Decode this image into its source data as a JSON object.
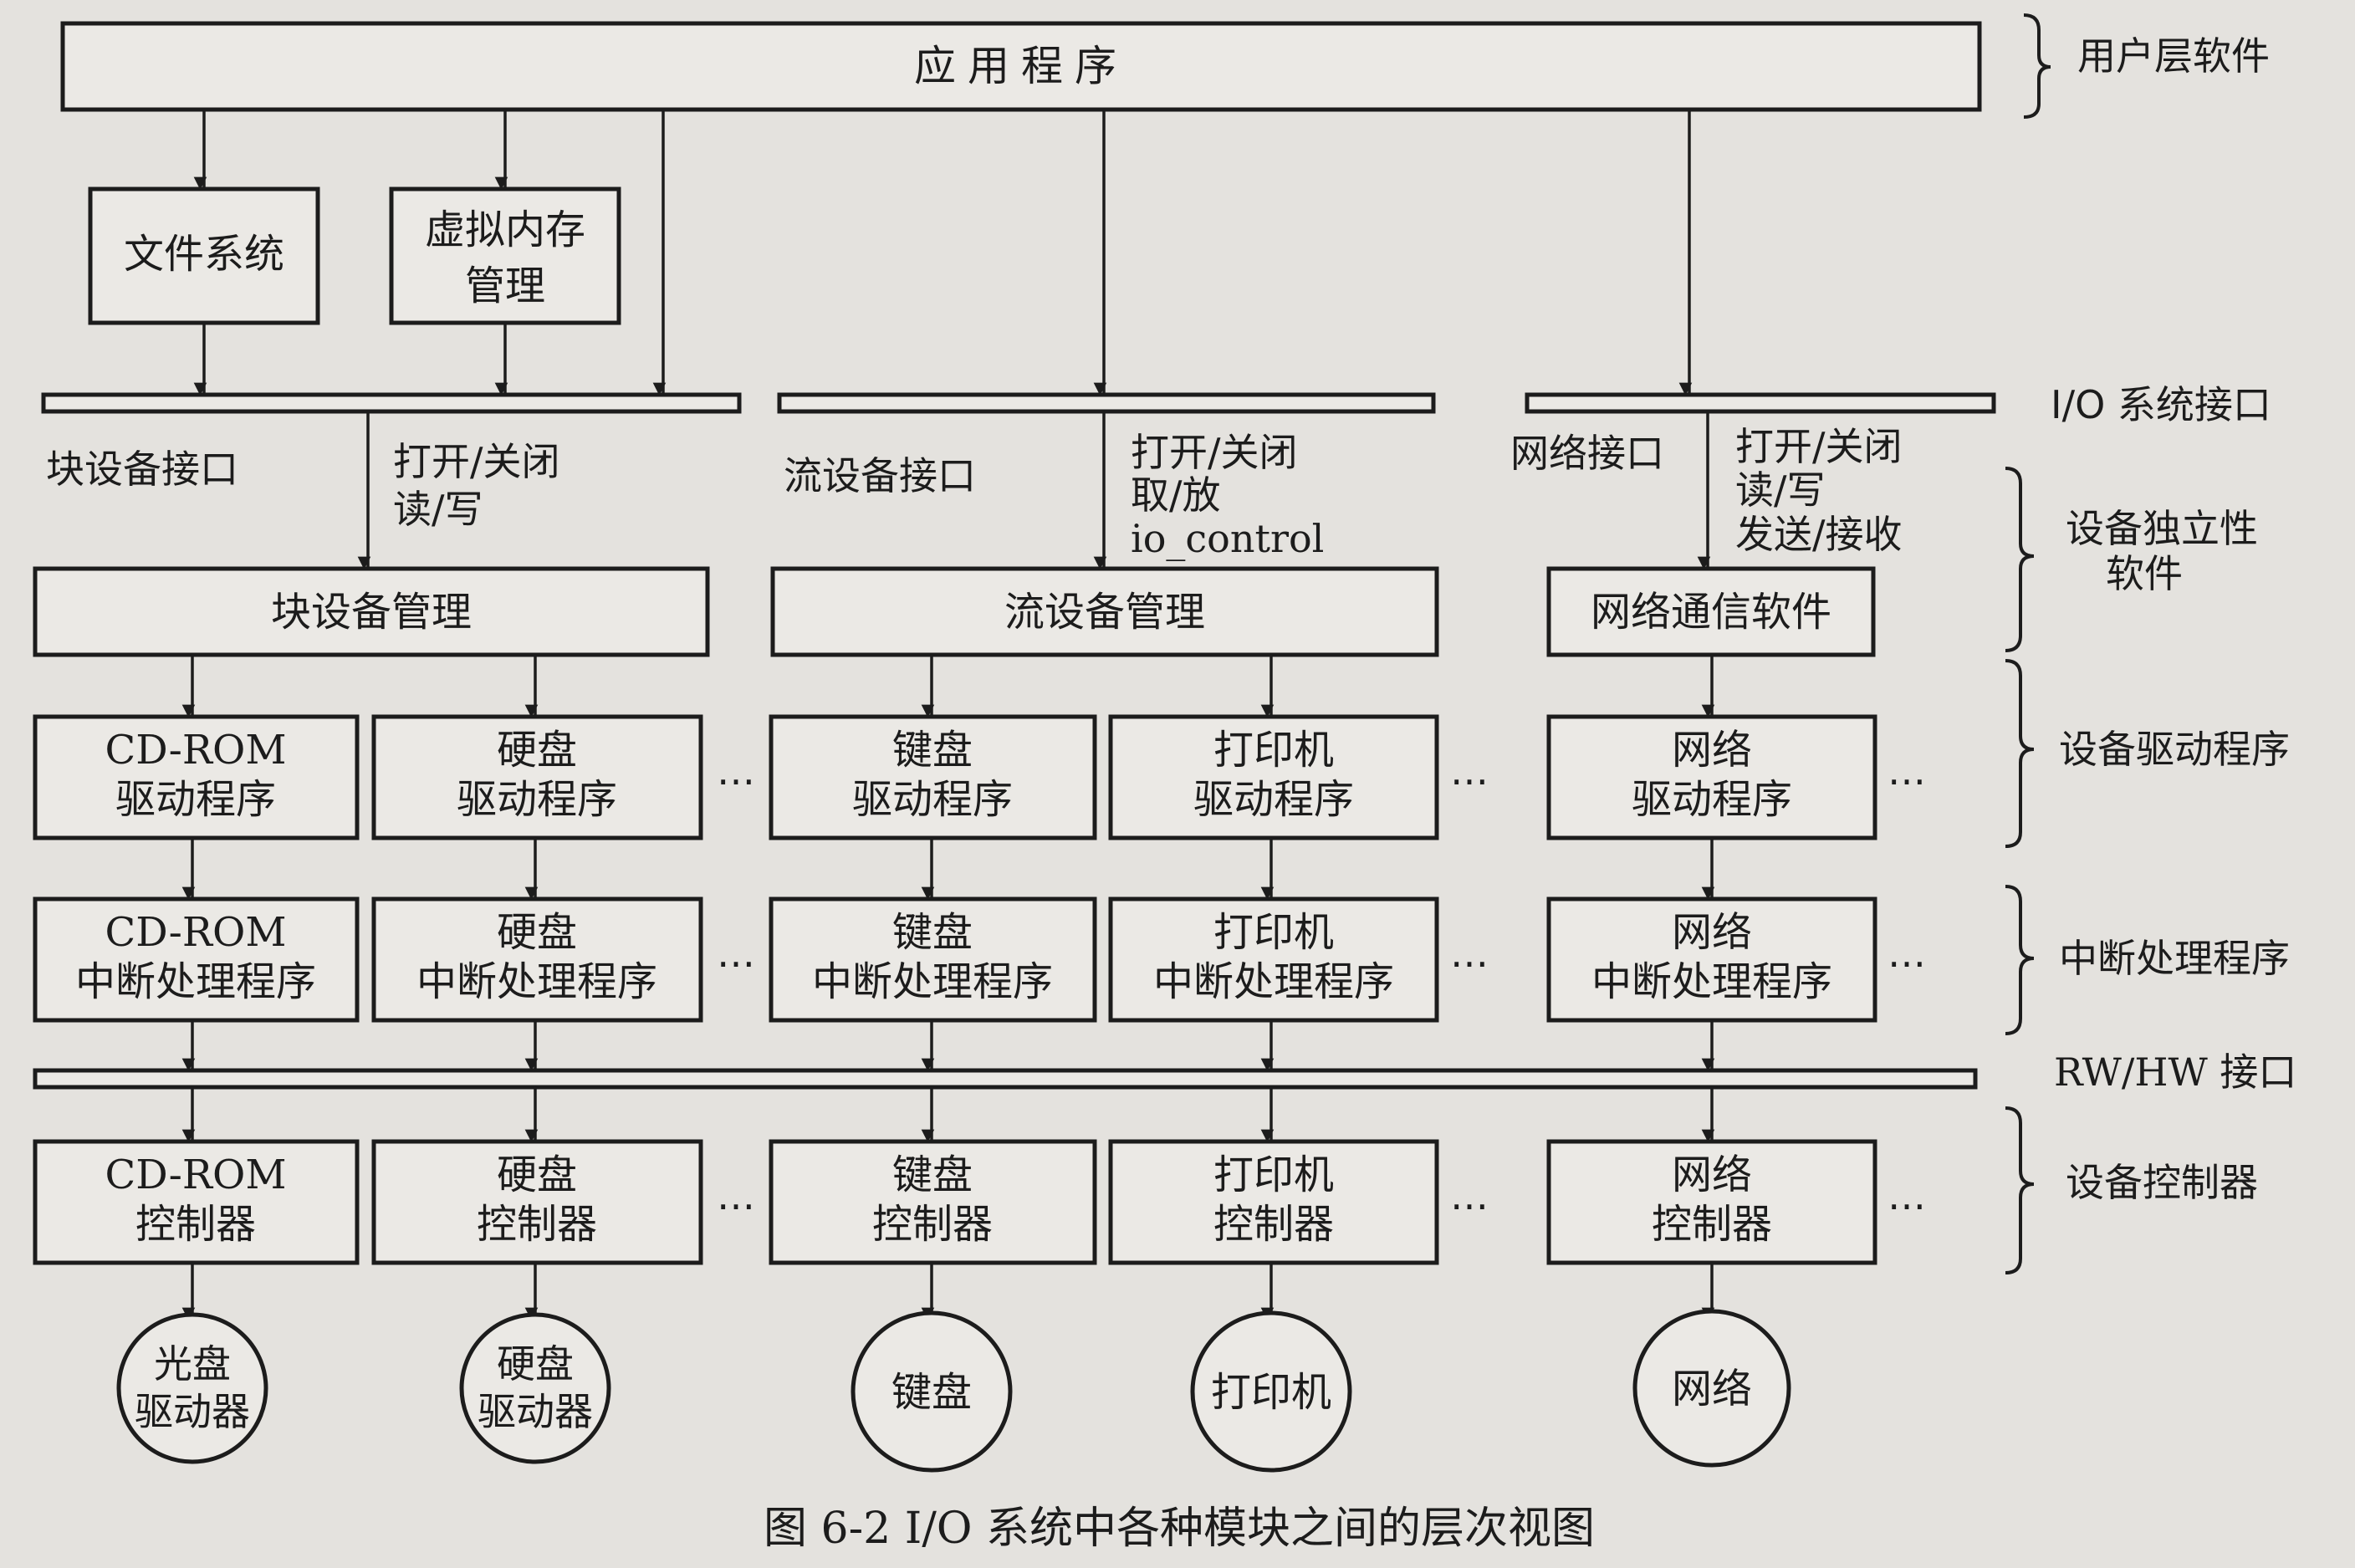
{
  "app": {
    "title": "应用程序"
  },
  "mid": {
    "filesystem": "文件系统",
    "vmem_1": "虚拟内存",
    "vmem_2": "管理"
  },
  "ifaces": {
    "block": "块设备接口",
    "block_ops": [
      "打开/关闭",
      "读/写"
    ],
    "stream": "流设备接口",
    "stream_ops": [
      "打开/关闭",
      "取/放",
      "io_control"
    ],
    "network": "网络接口",
    "network_ops": [
      "打开/关闭",
      "读/写",
      "发送/接收"
    ]
  },
  "managers": {
    "block": "块设备管理",
    "stream": "流设备管理",
    "network": "网络通信软件"
  },
  "drivers": [
    [
      "CD-ROM",
      "驱动程序"
    ],
    [
      "硬盘",
      "驱动程序"
    ],
    [
      "键盘",
      "驱动程序"
    ],
    [
      "打印机",
      "驱动程序"
    ],
    [
      "网络",
      "驱动程序"
    ]
  ],
  "interrupts": [
    [
      "CD-ROM",
      "中断处理程序"
    ],
    [
      "硬盘",
      "中断处理程序"
    ],
    [
      "键盘",
      "中断处理程序"
    ],
    [
      "打印机",
      "中断处理程序"
    ],
    [
      "网络",
      "中断处理程序"
    ]
  ],
  "controllers": [
    [
      "CD-ROM",
      "控制器"
    ],
    [
      "硬盘",
      "控制器"
    ],
    [
      "键盘",
      "控制器"
    ],
    [
      "打印机",
      "控制器"
    ],
    [
      "网络",
      "控制器"
    ]
  ],
  "devices": [
    [
      "光盘",
      "驱动器"
    ],
    [
      "硬盘",
      "驱动器"
    ],
    [
      "键盘"
    ],
    [
      "打印机"
    ],
    [
      "网络"
    ]
  ],
  "ellipsis": "…",
  "layers": {
    "user": "用户层软件",
    "io_iface": "I/O 系统接口",
    "indep_1": "设备独立性",
    "indep_2": "软件",
    "driver": "设备驱动程序",
    "irq": "中断处理程序",
    "rwhw": "RW/HW 接口",
    "ctrl": "设备控制器"
  },
  "caption": "图 6-2   I/O 系统中各种模块之间的层次视图"
}
